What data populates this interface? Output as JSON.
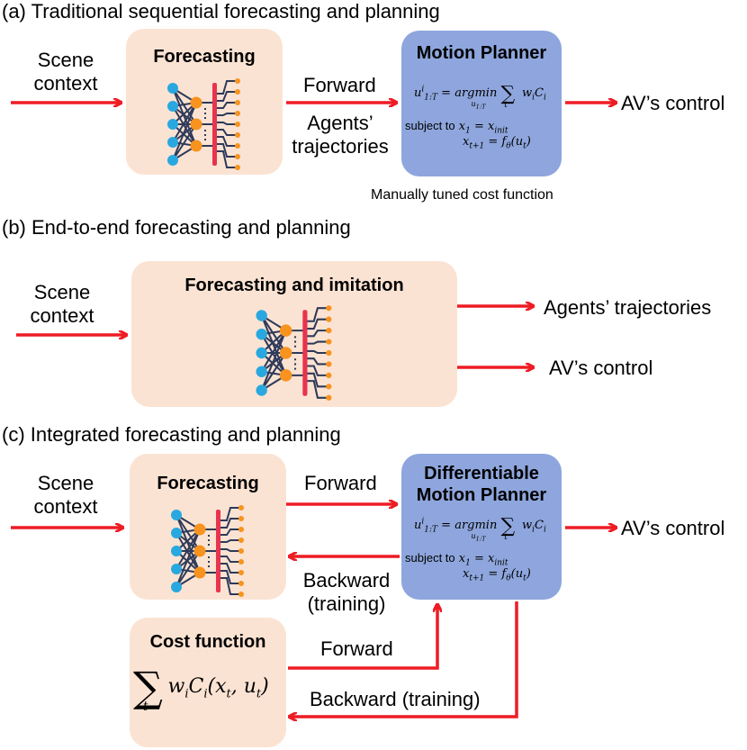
{
  "sections": {
    "a": {
      "title": "(a) Traditional sequential forecasting and planning",
      "input": [
        "Scene",
        "context"
      ],
      "forecasting_title": "Forecasting",
      "forward_label": "Forward",
      "trajectories_label": [
        "Agents’",
        "trajectories"
      ],
      "planner_title": "Motion Planner",
      "planner_eq": {
        "line1": "u^i_{1:T} = argmin_{u_{1:T}} Σ_t w_i C_i",
        "line2": "subject to x_1 = x_init",
        "line3": "x_{t+1} = f_θ(u_t)"
      },
      "output": "AV’s control",
      "caption": "Manually tuned cost function"
    },
    "b": {
      "title": "(b) End-to-end forecasting and planning",
      "input": [
        "Scene",
        "context"
      ],
      "box_title": "Forecasting and imitation",
      "output1": "Agents’ trajectories",
      "output2": "AV’s control"
    },
    "c": {
      "title": "(c) Integrated forecasting and planning",
      "input": [
        "Scene",
        "context"
      ],
      "forecasting_title": "Forecasting",
      "forward_label": "Forward",
      "backward_label": [
        "Backward",
        "(training)"
      ],
      "planner_title": [
        "Differentiable",
        "Motion Planner"
      ],
      "output": "AV’s control",
      "cost_title": "Cost function",
      "cost_formula": "Σ_t w_i C_i(x_t, u_t)",
      "cost_forward": "Forward",
      "cost_backward": "Backward (training)"
    }
  },
  "colors": {
    "arrow": "#ee1c24",
    "peach_box": "#fbe3d3",
    "blue_box": "#8ea6dd",
    "node_blue": "#29a8e0",
    "node_orange": "#f7931e",
    "edge_navy": "#2e3a59",
    "bar_red": "#e8344e"
  }
}
